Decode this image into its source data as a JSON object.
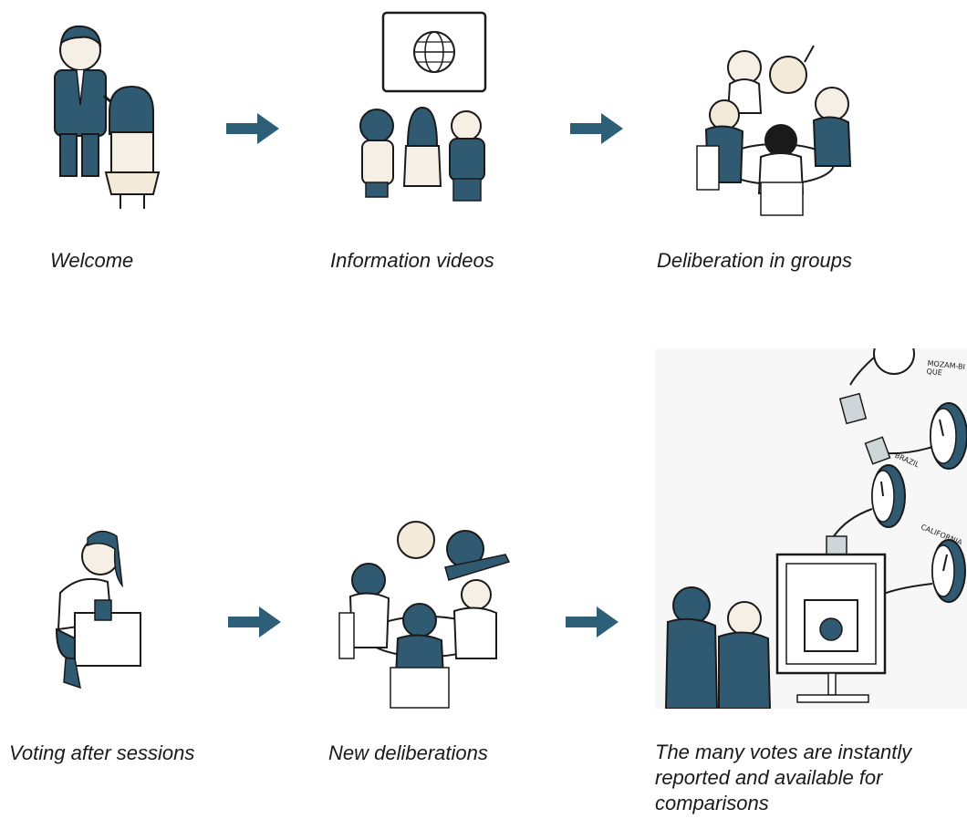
{
  "steps": [
    {
      "caption": "Welcome",
      "icon": "handshake-illustration"
    },
    {
      "caption": "Information videos",
      "icon": "video-screen-illustration"
    },
    {
      "caption": "Deliberation in groups",
      "icon": "group-discussion-illustration"
    },
    {
      "caption": "Voting after sessions",
      "icon": "ballot-box-voting-illustration"
    },
    {
      "caption": "New deliberations",
      "icon": "table-deliberation-illustration"
    },
    {
      "caption": "The many votes are instantly reported and available for comparisons",
      "icon": "global-vote-reporting-illustration"
    }
  ],
  "clock_labels": [
    "MOZAM-BIQUE",
    "BRAZIL",
    "CALIFORNIA"
  ],
  "colors": {
    "accent": "#2e5f78",
    "ink": "#1a1a1a",
    "paper": "#ffffff",
    "dark_suit": "#2f5a72"
  }
}
